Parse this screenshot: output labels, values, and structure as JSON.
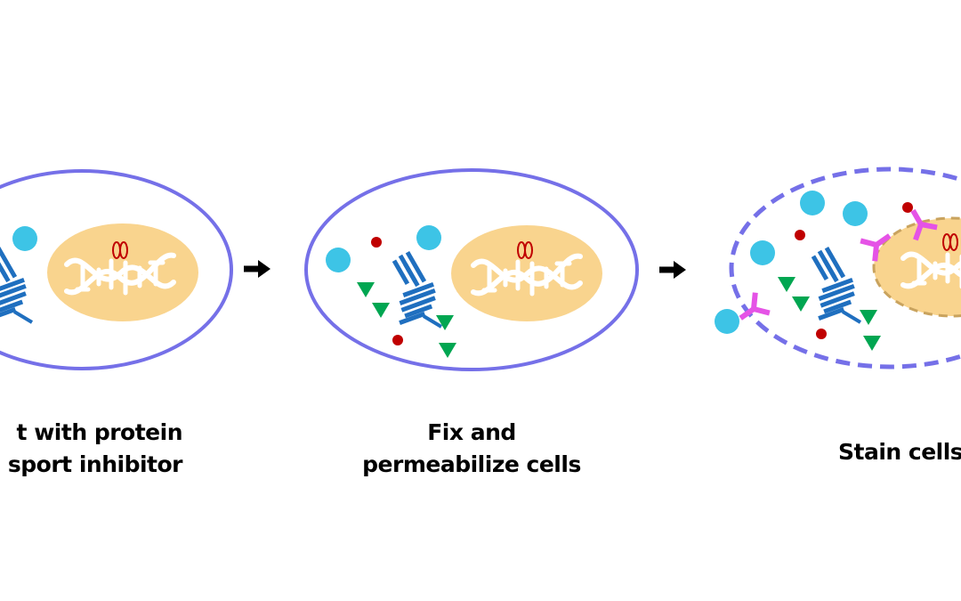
{
  "figure": {
    "steps": [
      {
        "id": "step-1",
        "label_lines": [
          "t with protein",
          "sport inhibitor"
        ],
        "membrane": "solid",
        "nucleus_membrane": "none"
      },
      {
        "id": "step-2",
        "label_lines": [
          "Fix and",
          "permeabilize cells"
        ],
        "membrane": "solid",
        "nucleus_membrane": "none"
      },
      {
        "id": "step-3",
        "label_lines": [
          "Stain cells"
        ],
        "membrane": "dashed",
        "nucleus_membrane": "dashed"
      }
    ],
    "arrows": [
      {
        "from": "step-1",
        "to": "step-2"
      },
      {
        "from": "step-2",
        "to": "step-3"
      }
    ],
    "legend_icons": {
      "cell": "cell-membrane-icon",
      "nucleus": "nucleus-icon",
      "dna": "dna-helix-icon",
      "golgi": "golgi-apparatus-icon",
      "cytokine": "cytokine-dot-icon",
      "protein": "protein-circle-icon",
      "triangle": "green-triangle-icon",
      "antibody": "antibody-icon"
    },
    "colors": {
      "membrane": "#7570e8",
      "nucleus": "#f9d48e",
      "nucleus_border": "#c9a35e",
      "dna": "#ffffff",
      "chromosome": "#c00000",
      "golgi": "#1f6fbf",
      "protein": "#3dc4e6",
      "cytokine": "#c00000",
      "triangle": "#00a651",
      "antibody": "#e553e6",
      "arrow": "#000000",
      "text": "#000000"
    }
  }
}
